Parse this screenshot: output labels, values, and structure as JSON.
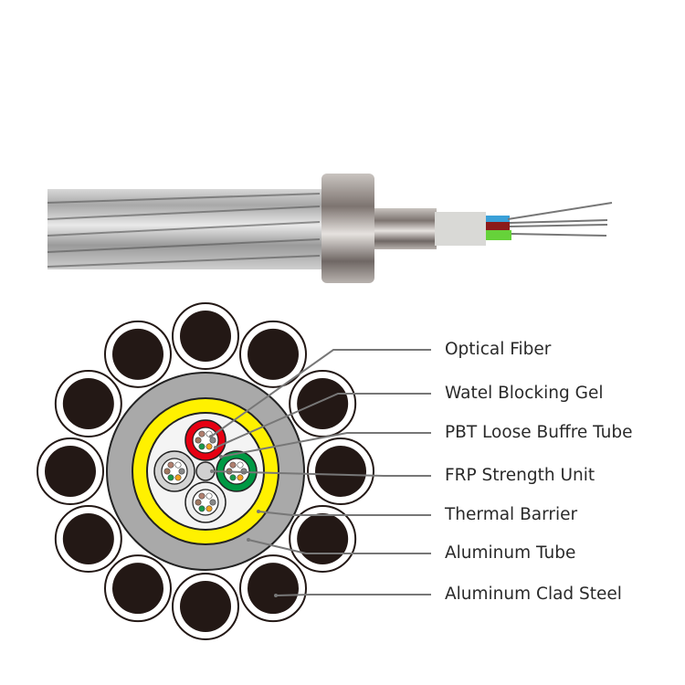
{
  "labels": [
    "Optical Fiber",
    "Watel Blocking Gel",
    "PBT Loose Buffre Tube",
    "FRP Strength Unit",
    "Thermal Barrier",
    "Aluminum Tube",
    "Aluminum Clad Steel"
  ],
  "colors": {
    "strand": "#231815",
    "aluminum_tube": "#a9a9a9",
    "thermal_barrier": "#fff100",
    "tube_red": "#e60012",
    "tube_green": "#009944",
    "tube_gray": "#d3d3d3",
    "leader": "#777777"
  }
}
